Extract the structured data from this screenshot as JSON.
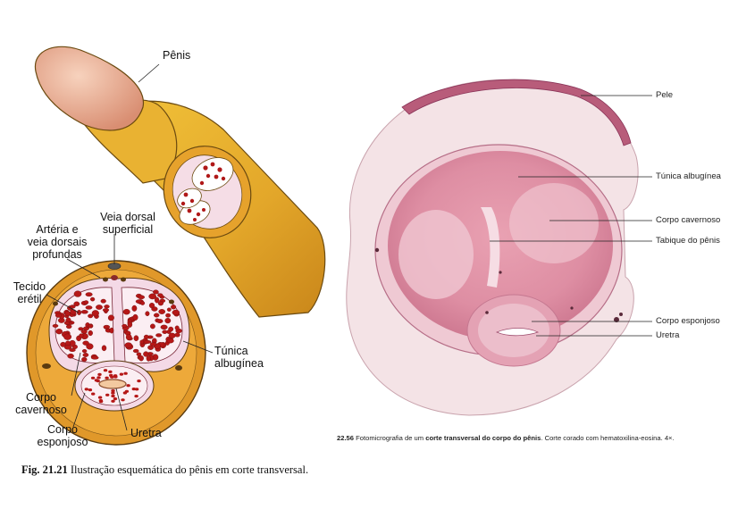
{
  "left_figure": {
    "labels": {
      "penis": "Pênis",
      "superficial_dorsal_vein": [
        "Veia dorsal",
        "superficial"
      ],
      "arteries_deep_veins": [
        "Artéria e",
        "veia dorsais",
        "profundas"
      ],
      "erectile_tissue": [
        "Tecido",
        "erétil"
      ],
      "tunica_albuginea": [
        "Túnica",
        "albugínea"
      ],
      "corpus_cavernosum": [
        "Corpo",
        "cavernoso"
      ],
      "corpus_spongiosum": [
        "Corpo",
        "esponjoso"
      ],
      "urethra": "Uretra"
    },
    "caption": {
      "number": "Fig. 21.21",
      "text": "Ilustração esquemática do pênis em corte transversal."
    },
    "colors": {
      "skin_yellow": "#e8b52a",
      "skin_orange": "#d9861c",
      "glans_pink": "#f0b8a0",
      "tissue_red": "#b01818",
      "tunica_pink": "#f2d8e4"
    }
  },
  "right_figure": {
    "labels": {
      "skin": "Pele",
      "tunica_albuginea": "Túnica albugínea",
      "corpus_cavernosum": "Corpo cavernoso",
      "penile_septum": "Tabique do pênis",
      "corpus_spongiosum": "Corpo esponjoso",
      "urethra": "Uretra"
    },
    "caption": {
      "number": "22.56",
      "pre": "Fotomicrografia de um",
      "bold": "corte transversal do corpo do pênis",
      "post": ". Corte corado com hematoxilina-eosina. 4×."
    },
    "colors": {
      "stain_pink": "#e8a9b8",
      "stain_light": "#f3d6de",
      "stain_dark": "#b0456a"
    }
  }
}
